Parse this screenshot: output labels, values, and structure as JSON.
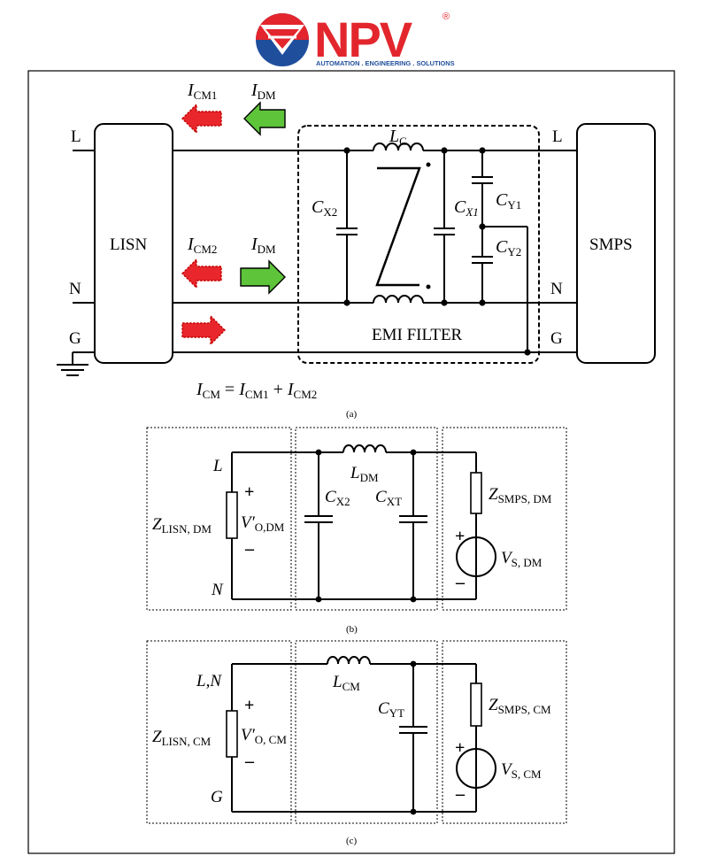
{
  "logo": {
    "brand": "NPV",
    "registered": "®",
    "tagline": "AUTOMATION . ENGINEERING . SOLUTIONS",
    "red": "#e3262d",
    "blue": "#1f4e9c"
  },
  "panel_a": {
    "lisn": "LISN",
    "smps": "SMPS",
    "emi_filter": "EMI FILTER",
    "line_L": "L",
    "line_N": "N",
    "line_G": "G",
    "smps_L": "L",
    "smps_N": "N",
    "smps_G": "G",
    "icm1": {
      "main": "I",
      "sub": "CM1"
    },
    "idm_top": {
      "main": "I",
      "sub": "DM"
    },
    "icm2": {
      "main": "I",
      "sub": "CM2"
    },
    "idm_mid": {
      "main": "I",
      "sub": "DM"
    },
    "lc": {
      "main": "L",
      "sub": "C"
    },
    "cx2": {
      "main": "C",
      "sub": "X2"
    },
    "cx1": {
      "main": "C",
      "sub": "X1"
    },
    "cy1": {
      "main": "C",
      "sub": "Y1"
    },
    "cy2": {
      "main": "C",
      "sub": "Y2"
    },
    "equation": {
      "lhs": "I",
      "lhs_sub": "CM",
      "eq": " = ",
      "t1": "I",
      "t1_sub": "CM1",
      "plus": " + ",
      "t2": "I",
      "t2_sub": "CM2"
    },
    "caption": "(a)",
    "arrow_red": "#e8262b",
    "arrow_green": "#5ec43a"
  },
  "panel_b": {
    "node_L": "L",
    "node_N": "N",
    "plus": "+",
    "minus": "–",
    "zlisn": {
      "main": "Z",
      "sub": "LISN, DM"
    },
    "vo": {
      "main": "V′",
      "sub": "O,DM"
    },
    "ldm": {
      "main": "L",
      "sub": "DM"
    },
    "cx2": {
      "main": "C",
      "sub": "X2"
    },
    "cxt": {
      "main": "C",
      "sub": "XT"
    },
    "zsmps": {
      "main": "Z",
      "sub": "SMPS, DM"
    },
    "vs": {
      "main": "V",
      "sub": "S, DM"
    },
    "caption": "(b)"
  },
  "panel_c": {
    "node_LN": "L,N",
    "node_G": "G",
    "plus": "+",
    "minus": "–",
    "zlisn": {
      "main": "Z",
      "sub": "LISN, CM"
    },
    "vo": {
      "main": "V′",
      "sub": "O, CM"
    },
    "lcm": {
      "main": "L",
      "sub": "CM"
    },
    "cyt": {
      "main": "C",
      "sub": "YT"
    },
    "zsmps": {
      "main": "Z",
      "sub": "SMPS, CM"
    },
    "vs": {
      "main": "V",
      "sub": "S, CM"
    },
    "caption": "(c)"
  }
}
